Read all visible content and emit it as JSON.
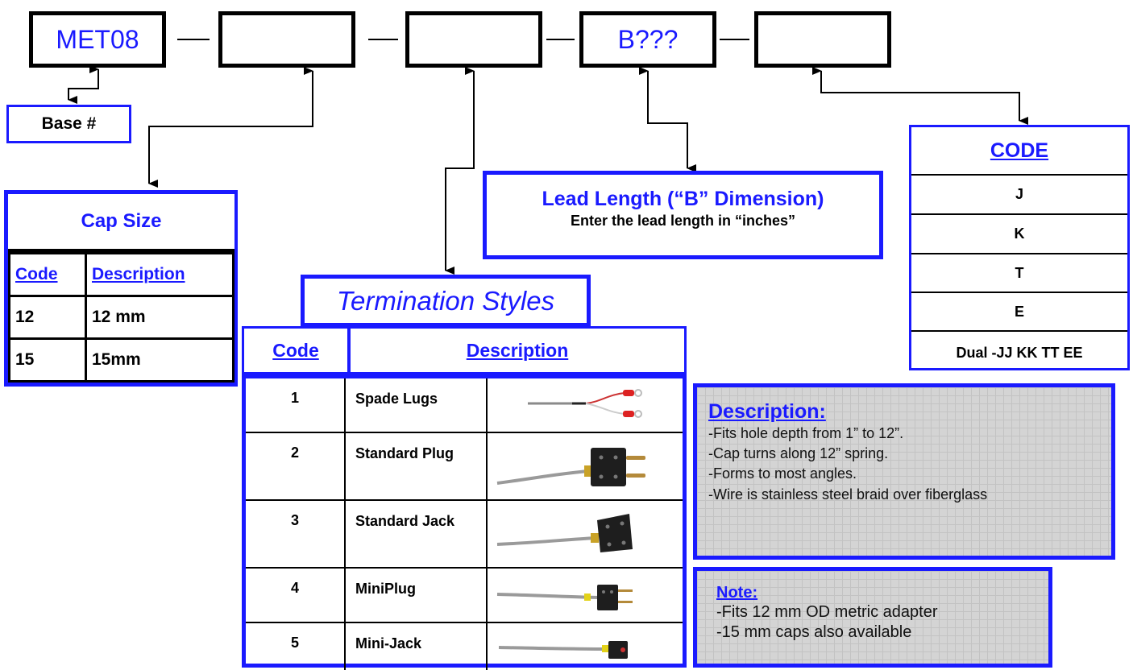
{
  "part_number": {
    "boxes": [
      "MET08",
      "",
      "",
      "B???",
      ""
    ]
  },
  "base": {
    "label": "Base #"
  },
  "cap_size": {
    "title": "Cap Size",
    "headers": [
      "Code",
      "Description"
    ],
    "rows": [
      [
        "12",
        "12 mm"
      ],
      [
        "15",
        "15mm"
      ]
    ]
  },
  "lead_length": {
    "title": "Lead Length (“B” Dimension)",
    "subtitle": "Enter the lead length in “inches”"
  },
  "code_table": {
    "title": "CODE",
    "rows": [
      "J",
      "K",
      "T",
      "E",
      "Dual -JJ KK TT EE"
    ]
  },
  "termination": {
    "title": "Termination Styles",
    "headers": [
      "Code",
      "Description"
    ],
    "rows": [
      {
        "code": "1",
        "desc": "Spade Lugs",
        "icon": "spade-lugs-thermocouple"
      },
      {
        "code": "2",
        "desc": "Standard Plug",
        "icon": "standard-plug-thermocouple"
      },
      {
        "code": "3",
        "desc": "Standard Jack",
        "icon": "standard-jack-thermocouple"
      },
      {
        "code": "4",
        "desc": "MiniPlug",
        "icon": "mini-plug-thermocouple"
      },
      {
        "code": "5",
        "desc": "Mini-Jack",
        "icon": "mini-jack-thermocouple"
      }
    ]
  },
  "description": {
    "title": "Description:",
    "lines": [
      "-Fits hole depth from 1” to 12”.",
      "-Cap turns along 12” spring.",
      "-Forms to most angles.",
      "-Wire is stainless steel braid over fiberglass"
    ]
  },
  "note": {
    "title": "Note:",
    "lines": [
      "-Fits 12 mm OD metric adapter",
      "-15 mm caps also available"
    ]
  },
  "colors": {
    "accent": "#1a1aff",
    "border": "#000000",
    "panel": "#d4d4d4"
  }
}
